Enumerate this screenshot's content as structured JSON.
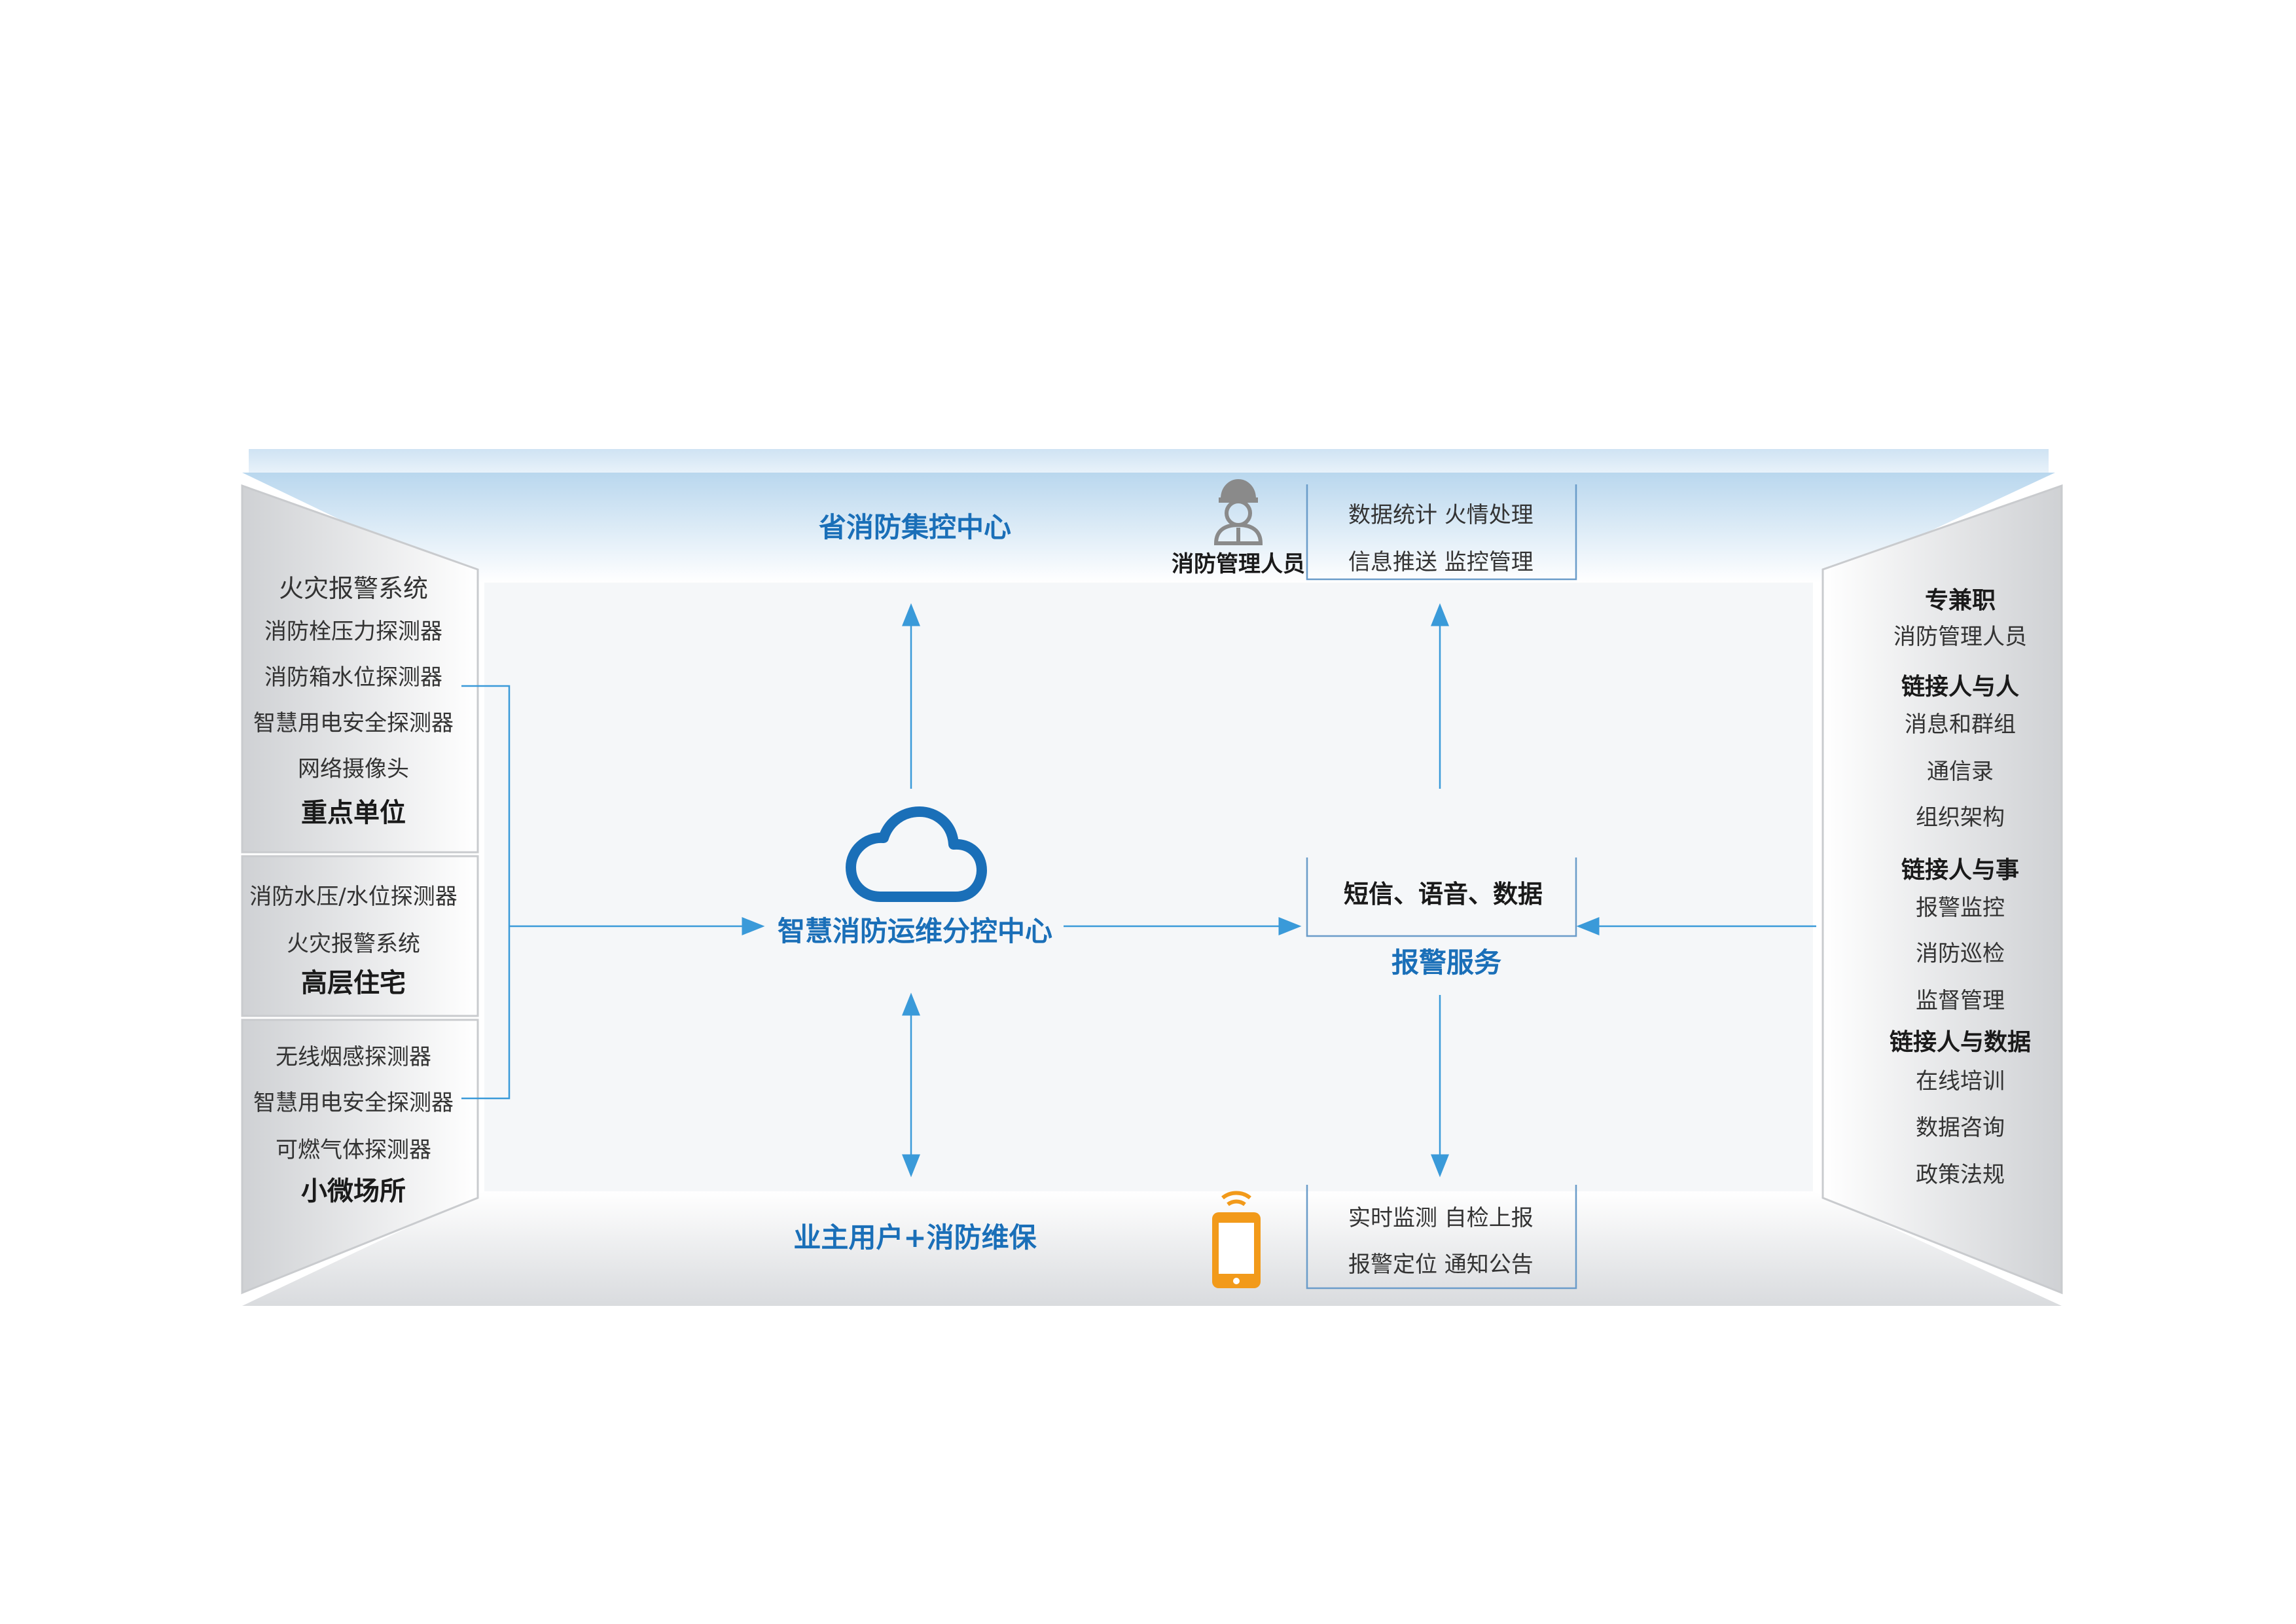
{
  "colors": {
    "accent": "#1a6fb8",
    "arrow": "#3a9ad9",
    "phone": "#f29a1a",
    "panel": "#f5f7f9"
  },
  "top": {
    "center_title": "省消防集控中心",
    "manager_label": "消防管理人员",
    "box_line1": "数据统计  火情处理",
    "box_line2": "信息推送  监控管理"
  },
  "center": {
    "hub_label": "智慧消防运维分控中心",
    "alarm_box": "短信、语音、数据",
    "alarm_service": "报警服务"
  },
  "bottom": {
    "center_title": "业主用户+消防维保",
    "box_line1": "实时监测  自检上报",
    "box_line2": "报警定位  通知公告"
  },
  "left": {
    "groups": [
      {
        "items": [
          "火灾报警系统",
          "消防栓压力探测器",
          "消防箱水位探测器",
          "智慧用电安全探测器",
          "网络摄像头"
        ],
        "title": "重点单位"
      },
      {
        "items": [
          "消防水压/水位探测器",
          "火灾报警系统"
        ],
        "title": "高层住宅"
      },
      {
        "items": [
          "无线烟感探测器",
          "智慧用电安全探测器",
          "可燃气体探测器"
        ],
        "title": "小微场所"
      }
    ]
  },
  "right": {
    "sections": [
      {
        "title": "专兼职",
        "items": [
          "消防管理人员"
        ]
      },
      {
        "title": "链接人与人",
        "items": [
          "消息和群组",
          "通信录",
          "组织架构"
        ]
      },
      {
        "title": "链接人与事",
        "items": [
          "报警监控",
          "消防巡检",
          "监督管理"
        ]
      },
      {
        "title": "链接人与数据",
        "items": [
          "在线培训",
          "数据咨询",
          "政策法规"
        ]
      }
    ]
  }
}
